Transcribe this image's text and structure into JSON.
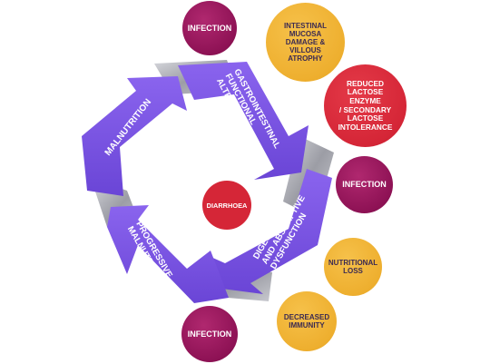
{
  "arrows": {
    "gastrointestinal": "GASTROINTESTINAL\nFUNCTIONAL\nALTERATIONS",
    "digestive": "DIGESTIVE\nAND ABSORPTIVE\nDYSFUNCTION",
    "progressive": "PROGRESSIVE\nMALNUTRITION",
    "malnutrition": "MALNUTRITION"
  },
  "center": {
    "diarrhoea": "DIARRHOEA"
  },
  "circles": {
    "infection_top": "INFECTION",
    "intestinal_mucosa": "INTESTINAL\nMUCOSA\nDAMAGE &\nVILLOUS\nATROPHY",
    "reduced_lactose": "REDUCED\nLACTOSE ENZYME\n/ SECONDARY\nLACTOSE\nINTOLERANCE",
    "infection_mid": "INFECTION",
    "nutritional_loss": "NUTRITIONAL\nLOSS",
    "decreased_immunity": "DECREASED\nIMMUNITY",
    "infection_bottom": "INFECTION"
  },
  "colors": {
    "arrow": "#7b56e2",
    "arrow_dark": "#5d3fbf",
    "ribbon_grey": "#a9aab1",
    "infection": "#8e1255",
    "yellow": "#eeaf2f",
    "red": "#d52637"
  }
}
